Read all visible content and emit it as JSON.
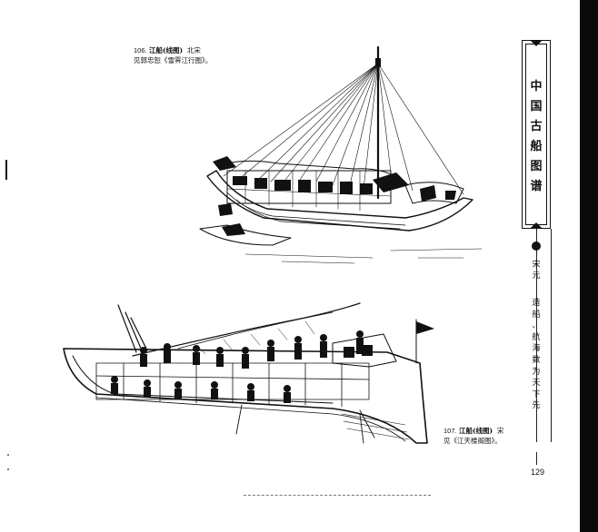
{
  "figures": [
    {
      "number": "106.",
      "name": "江船(线图)",
      "period": "北宋",
      "source": "见郭忠恕《雪霁江行图》。"
    },
    {
      "number": "107.",
      "name": "江船(线图)",
      "period": "宋",
      "source": "见《江天楼阁图》。"
    }
  ],
  "sidebar": {
    "book_title": [
      "中",
      "国",
      "古",
      "船",
      "图",
      "谱"
    ],
    "era": [
      "宋",
      "元"
    ],
    "motto": [
      "造",
      "船",
      "、",
      "航",
      "海",
      "数",
      "为",
      "天",
      "下",
      "先"
    ]
  },
  "page_number": "129"
}
